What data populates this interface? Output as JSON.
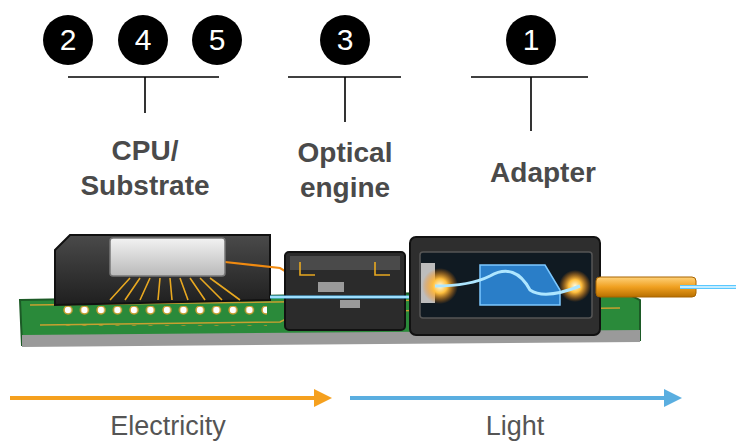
{
  "diagram": {
    "labels": [
      "2",
      "4",
      "5",
      "3",
      "1",
      "CPU/ Substrate",
      "Optical engine",
      "Adapter",
      "Electricity",
      "Light"
    ]
  }
}
